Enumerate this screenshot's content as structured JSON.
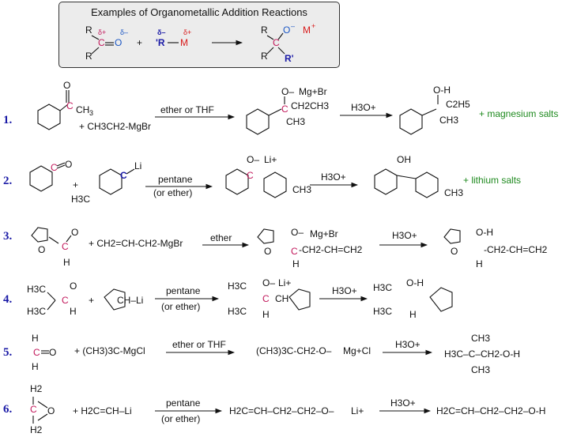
{
  "header": {
    "title": "Examples of Organometallic Addition Reactions",
    "general": {
      "r": "R",
      "r_prime": "'R",
      "r_prime2": "R'",
      "delta_plus": "δ+",
      "delta_minus": "δ–",
      "carbon": "C",
      "oxygen": "O",
      "o_minus": "O",
      "metal": "M",
      "metal_plus": "M",
      "plus": "+"
    }
  },
  "reactions": [
    {
      "number": "1.",
      "reagent": "+ CH3CH2-MgBr",
      "conditions": "ether or THF",
      "intermediate": {
        "o_minus": "O–",
        "counterion": "Mg+Br",
        "r1": "CH2CH3",
        "r2": "CH3"
      },
      "workup": "H3O+",
      "product": {
        "oh": "O-H",
        "r1": "C2H5",
        "r2": "CH3"
      },
      "byproduct": "+  magnesium salts"
    },
    {
      "number": "2.",
      "reagent_sub": "Li",
      "reagent_me": "H3C",
      "conditions": "pentane",
      "conditions2": "(or ether)",
      "intermediate": {
        "o_minus": "O–",
        "counterion": "Li+",
        "me": "CH3"
      },
      "workup": "H3O+",
      "product": {
        "oh": "OH",
        "me": "CH3"
      },
      "byproduct": "+  lithium salts"
    },
    {
      "number": "3.",
      "reagent": "+  CH2=CH-CH2-MgBr",
      "conditions": "ether",
      "intermediate": {
        "o_minus": "O–",
        "counterion": "Mg+Br",
        "chain": "-CH2-CH=CH2"
      },
      "workup": "H3O+",
      "product": {
        "oh": "O-H",
        "chain": "-CH2-CH=CH2"
      }
    },
    {
      "number": "4.",
      "reagent": "CH–Li",
      "conditions": "pentane",
      "conditions2": "(or ether)",
      "intermediate": {
        "o_minus": "O–",
        "counterion": "Li+"
      },
      "workup": "H3O+",
      "product": {
        "oh": "O-H"
      }
    },
    {
      "number": "5.",
      "reagent": "+  (CH3)3C-MgCl",
      "conditions": "ether or THF",
      "intermediate": {
        "text": "(CH3)3C-CH2-O–",
        "counterion": "Mg+Cl"
      },
      "workup": "H3O+",
      "product": {
        "text": "H3C–C–CH2-O-H",
        "top": "CH3",
        "bottom": "CH3"
      }
    },
    {
      "number": "6.",
      "reagent": "+  H2C=CH–Li",
      "conditions": "pentane",
      "conditions2": "(or ether)",
      "intermediate": {
        "text": "H2C=CH–CH2–CH2–O–",
        "counterion": "Li+"
      },
      "workup": "H3O+",
      "product": {
        "text": "H2C=CH–CH2–CH2–O-H"
      }
    }
  ],
  "colors": {
    "carbon": "#c2185b",
    "charge": "#d81b1b",
    "nucleophile": "#1a1aa6",
    "byproduct": "#1f8a1f"
  }
}
